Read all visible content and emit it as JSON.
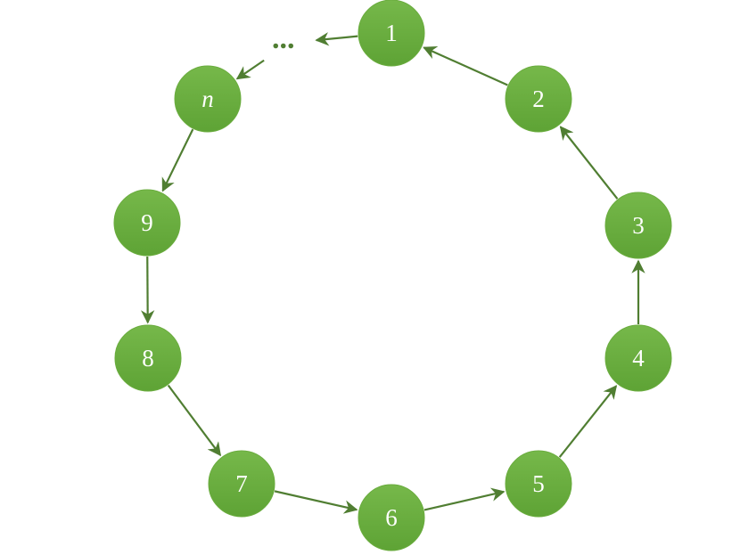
{
  "diagram": {
    "colors": {
      "node_fill_top": "#76b84a",
      "node_fill_bottom": "#5ea335",
      "node_stroke": "#6aac3e",
      "edge": "#507e32",
      "label": "#ffffff"
    },
    "nodes": [
      {
        "id": "n1",
        "label": "1"
      },
      {
        "id": "n2",
        "label": "2"
      },
      {
        "id": "n3",
        "label": "3"
      },
      {
        "id": "n4",
        "label": "4"
      },
      {
        "id": "n5",
        "label": "5"
      },
      {
        "id": "n6",
        "label": "6"
      },
      {
        "id": "n7",
        "label": "7"
      },
      {
        "id": "n8",
        "label": "8"
      },
      {
        "id": "n9",
        "label": "9"
      },
      {
        "id": "nn",
        "label": "n"
      }
    ],
    "ellipsis": "...",
    "edges": [
      {
        "from": "n2",
        "to": "n1"
      },
      {
        "from": "n3",
        "to": "n2"
      },
      {
        "from": "n4",
        "to": "n3"
      },
      {
        "from": "n5",
        "to": "n4"
      },
      {
        "from": "n6",
        "to": "n5"
      },
      {
        "from": "n7",
        "to": "n6"
      },
      {
        "from": "n8",
        "to": "n7"
      },
      {
        "from": "n9",
        "to": "n8"
      },
      {
        "from": "nn",
        "to": "n9"
      },
      {
        "from": "n1",
        "to": "ellipsis"
      },
      {
        "from": "ellipsis",
        "to": "nn"
      }
    ]
  }
}
